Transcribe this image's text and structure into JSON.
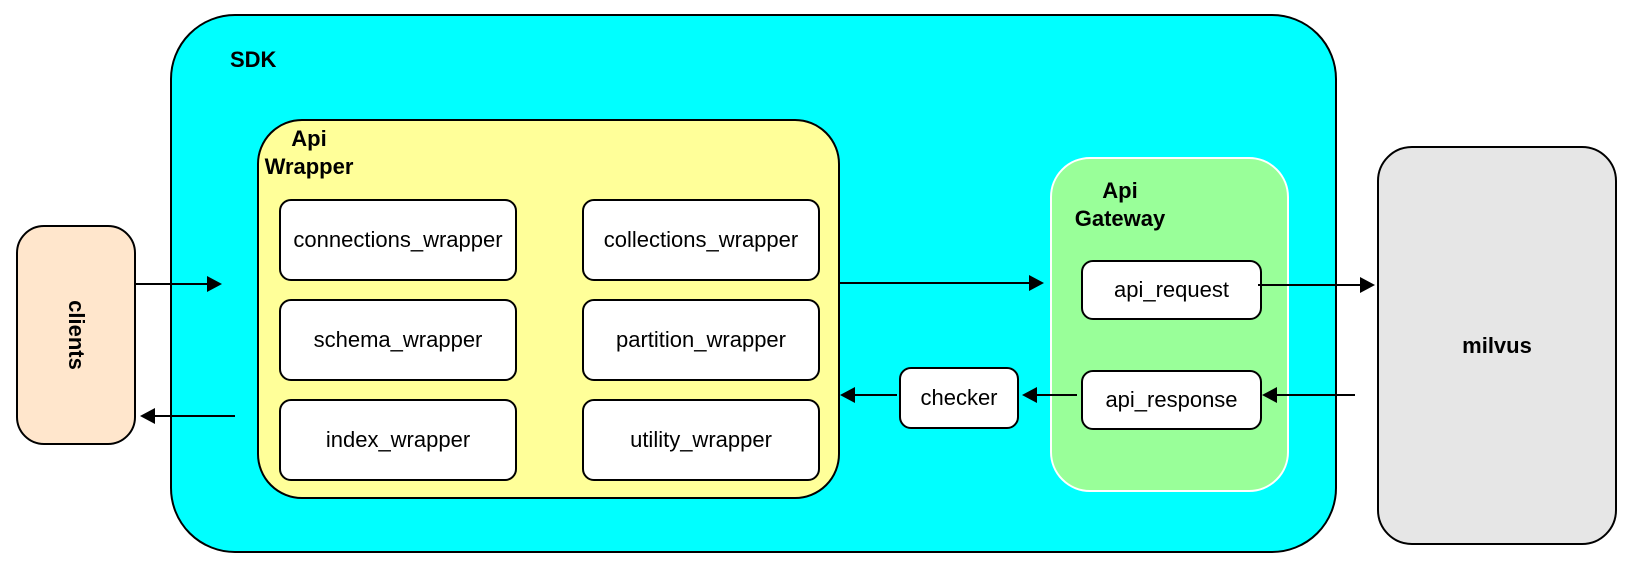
{
  "colors": {
    "background": "#ffffff",
    "sdk_fill": "#00ffff",
    "api_wrapper_fill": "#ffff99",
    "api_gateway_fill": "#99ff99",
    "clients_fill": "#ffe6cc",
    "milvus_fill": "#e6e6e6",
    "node_fill": "#ffffff",
    "border": "#000000",
    "arrow": "#000000"
  },
  "nodes": {
    "clients": {
      "label": "clients"
    },
    "sdk": {
      "label": "SDK"
    },
    "api_wrapper": {
      "label_line1": "Api",
      "label_line2": "Wrapper"
    },
    "api_gateway": {
      "label_line1": "Api",
      "label_line2": "Gateway"
    },
    "wrappers": {
      "col1": [
        {
          "label": "connections_wrapper"
        },
        {
          "label": "schema_wrapper"
        },
        {
          "label": "index_wrapper"
        }
      ],
      "col2": [
        {
          "label": "collections_wrapper"
        },
        {
          "label": "partition_wrapper"
        },
        {
          "label": "utility_wrapper"
        }
      ]
    },
    "gateway_boxes": [
      {
        "label": "api_request"
      },
      {
        "label": "api_response"
      }
    ],
    "checker": {
      "label": "checker"
    },
    "milvus": {
      "label": "milvus"
    }
  }
}
